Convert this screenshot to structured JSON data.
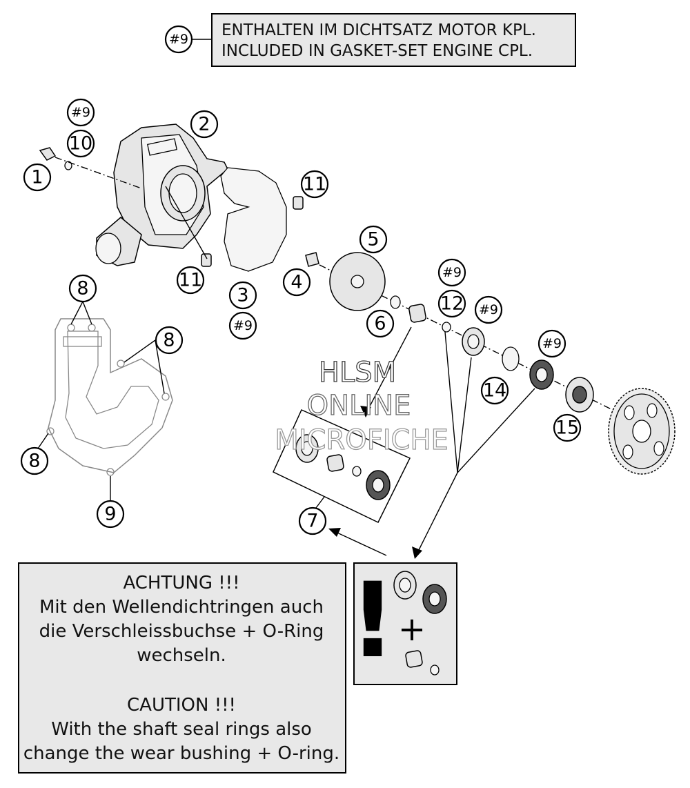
{
  "header": {
    "ref_label": "#9",
    "line1": "ENTHALTEN IM DICHTSATZ MOTOR KPL.",
    "line2": "INCLUDED IN GASKET-SET ENGINE CPL."
  },
  "callouts": {
    "c1": "1",
    "c2": "2",
    "c3": "3",
    "c4": "4",
    "c5": "5",
    "c6": "6",
    "c7": "7",
    "c8a": "8",
    "c8b": "8",
    "c8c": "8",
    "c9": "9",
    "c10": "10",
    "c11a": "11",
    "c11b": "11",
    "c12": "12",
    "c14": "14",
    "c15": "15",
    "h9a": "#9",
    "h9b": "#9",
    "h9c": "#9",
    "h9d": "#9",
    "h9e": "#9"
  },
  "watermark": {
    "line1": "HLSM",
    "line2": "ONLINE",
    "line3": "MICROFICHE"
  },
  "caution": {
    "de_title": "ACHTUNG !!!",
    "de_line1": "Mit den Wellendichtringen auch",
    "de_line2": "die Verschleissbuchse + O-Ring",
    "de_line3": "wechseln.",
    "en_title": "CAUTION !!!",
    "en_line1": "With the shaft seal rings also",
    "en_line2": "change the wear bushing + O-ring."
  },
  "notice_symbol": {
    "exclamation": "!",
    "plus": "+"
  },
  "colors": {
    "box_fill": "#e8e8e8",
    "line": "#000000"
  }
}
